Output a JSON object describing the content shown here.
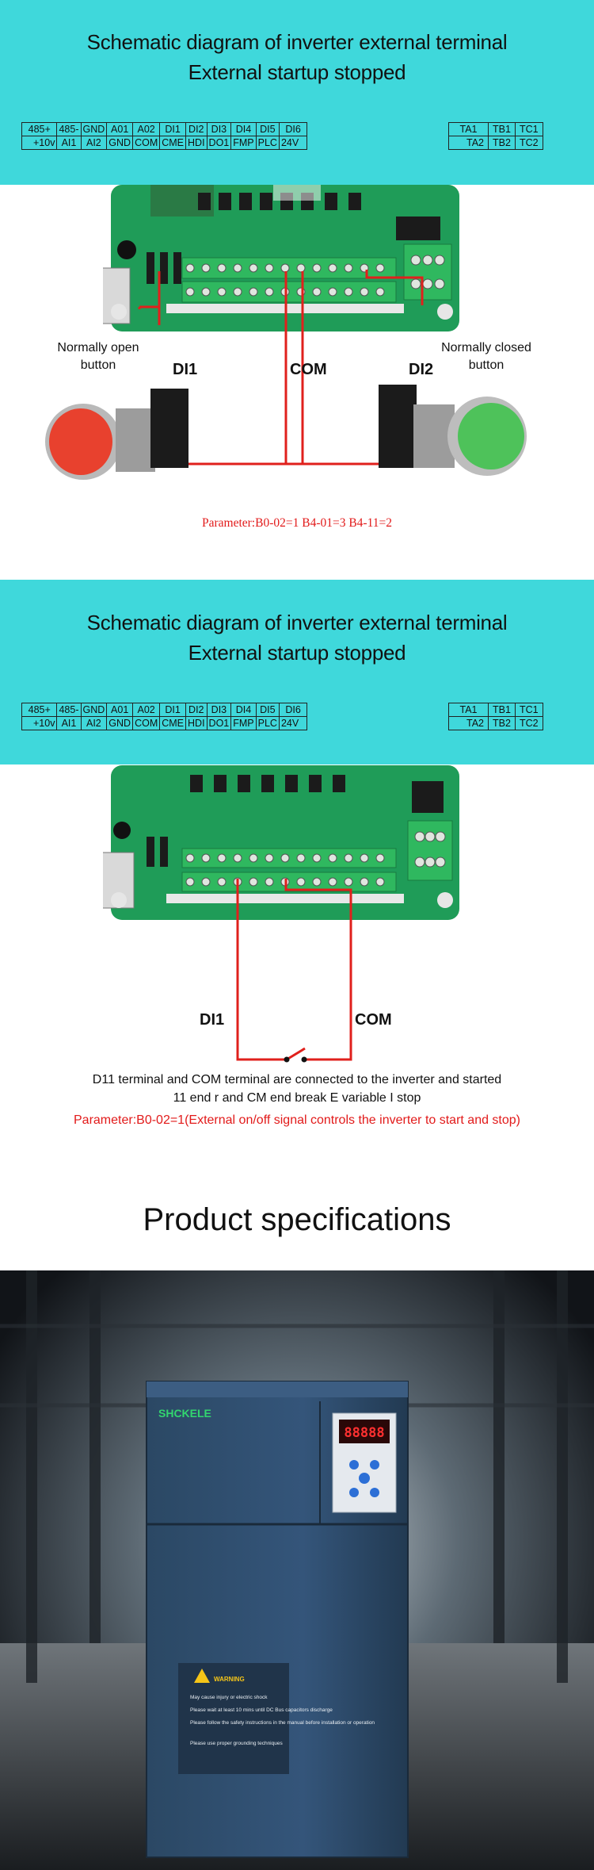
{
  "section1": {
    "title_line1": "Schematic diagram of inverter external terminal",
    "title_line2": "External startup stopped",
    "terminals_top": [
      "485+",
      "485-",
      "GND",
      "A01",
      "A02",
      "DI1",
      "DI2",
      "DI3",
      "DI4",
      "DI5",
      "DI6"
    ],
    "terminals_bottom": [
      "+10v",
      "AI1",
      "AI2",
      "GND",
      "COM",
      "CME",
      "HDI",
      "DO1",
      "FMP",
      "PLC",
      "24V"
    ],
    "relay_top": [
      "TA1",
      "TB1",
      "TC1"
    ],
    "relay_bottom": [
      "TA2",
      "TB2",
      "TC2"
    ],
    "label_normally_open": "Normally open\nbutton",
    "label_normally_closed": "Normally closed\nbutton",
    "label_di1": "DI1",
    "label_com": "COM",
    "label_di2": "DI2",
    "parameter": "Parameter:B0-02=1  B4-01=3 B4-11=2"
  },
  "section2": {
    "title_line1": "Schematic diagram of inverter external terminal",
    "title_line2": "External startup stopped",
    "terminals_top": [
      "485+",
      "485-",
      "GND",
      "A01",
      "A02",
      "DI1",
      "DI2",
      "DI3",
      "DI4",
      "DI5",
      "DI6"
    ],
    "terminals_bottom": [
      "+10v",
      "AI1",
      "AI2",
      "GND",
      "COM",
      "CME",
      "HDI",
      "DO1",
      "FMP",
      "PLC",
      "24V"
    ],
    "relay_top": [
      "TA1",
      "TB1",
      "TC1"
    ],
    "relay_bottom": [
      "TA2",
      "TB2",
      "TC2"
    ],
    "label_di1": "DI1",
    "label_com": "COM",
    "note_line1": "D11 terminal and COM terminal are connected to the inverter and started",
    "note_line2": "11 end r and CM end break E variable I stop",
    "parameter": "Parameter:B0-02=1(External on/off signal controls the inverter to start and stop)"
  },
  "specs": {
    "title": "Product specifications",
    "brand": "SHCKELE",
    "display": "88888",
    "warning_title": "WARNING",
    "warning_lines": [
      "May cause injury or electric shock",
      "Please wait at least 10 mins until DC Bus capacitors discharge",
      "Please follow the safety instructions in the manual before installation or operation",
      "Please use proper grounding techniques"
    ]
  },
  "colors": {
    "banner": "#3fd8db",
    "board": "#1f9c58",
    "terminal": "#2fb85f",
    "wire": "#e0201c",
    "button_red": "#e8412e",
    "button_green": "#4ec25a",
    "inverter": "#2b4864"
  }
}
